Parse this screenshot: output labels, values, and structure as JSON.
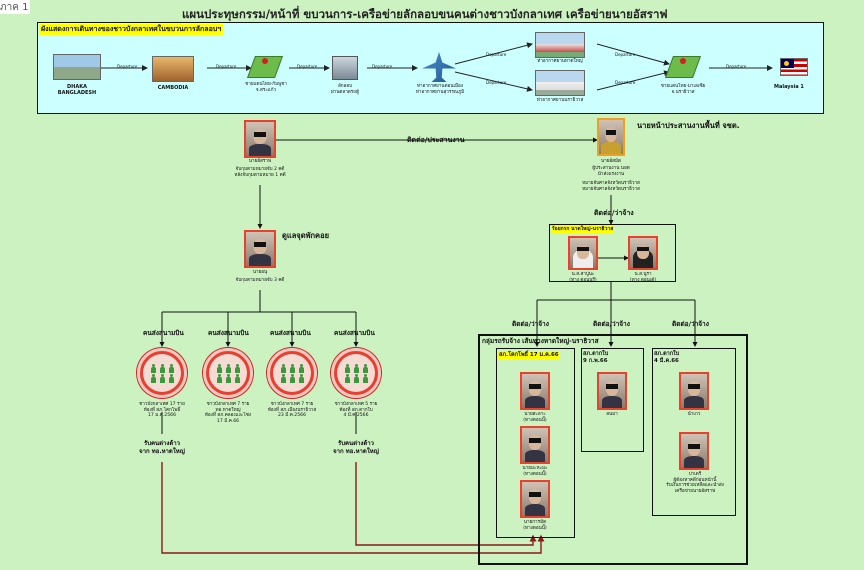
{
  "corner_tab": "ภาค 1",
  "title": "แผนประทุษกรรม/หน้าที่ ขบวนการ-เครือข่ายลักลอบขนคนต่างชาวบังกลาเทศ เครือข่ายนายอัสราฟ",
  "route": {
    "heading": "ผังแสดงการเดินทางของชาวบังกลาเทศในขบวนการลักลอบฯ",
    "stops": [
      {
        "label": "DHAKA\nBANGLADESH",
        "icon": "airport-photo"
      },
      {
        "label": "CAMBODIA",
        "icon": "temple-photo"
      },
      {
        "label": "ชายแดนไทย-กัมพูชา\nจ.สระแก้ว",
        "icon": "map-pin-icon"
      },
      {
        "label": "ลักลอบ\nผ่านตลาดรถตู้",
        "icon": "bus-icon"
      },
      {
        "label": "ท่าอากาศยานดอนเมือง\nท่าอากาศยานสุวรรณภูมิ",
        "icon": "airplane-icon"
      },
      {
        "label": "ท่าอากาศยานหาดใหญ่",
        "icon": "airport-building-photo"
      },
      {
        "label": "ท่าอากาศยานนราธิวาส",
        "icon": "airport-building-photo"
      },
      {
        "label": "ชายแดนไทย-มาเลเซีย\nจ.นราธิวาส",
        "icon": "map-pin-icon"
      },
      {
        "label": "Malaysia 1",
        "icon": "malaysia-flag"
      }
    ],
    "arrow_labels": [
      "Departure",
      "Departure",
      "Departure",
      "Departure",
      "Departure",
      "Departure",
      "Departure",
      "Departure",
      "Departure"
    ]
  },
  "leader": {
    "name": "นายอัสราฟ",
    "note": "จับกุมตามหมายจับ 2 คดี\nหลังจับกุมตามหมาย 1 คดี"
  },
  "coordinator": {
    "title": "นายหน้าประสานงานพื้นที่ จชต.",
    "name": "นายอัสมัต",
    "note": "ผู้ประสานงาน นอต\nนำส่งแรงงาน",
    "note2": "หมายจับศาลจังหวัดนราธิวาส\nหมายจับศาลจังหวัดนราธิวาส"
  },
  "link_label": "ติดต่อ/ประสานงาน",
  "caretaker": {
    "title": "ดูแลจุดพักคอย",
    "name": "นายอนุ",
    "note": "จับกุมตามหมายจับ 3 คดี"
  },
  "hire_label": "ติดต่อ/ว่าจ้าง",
  "hire_box": {
    "heading": "ร้อยกรก นาดใหญ่-นราธิวาส",
    "members": [
      {
        "name": "น.ส.สาปูนะ\n(ทาง ตอนนุรี)"
      },
      {
        "name": "น.ส.นูรา\n(ทาง ตอนเด้)"
      }
    ]
  },
  "senders": [
    {
      "label": "คนส่งสนามบิน",
      "caption": "ชาวบังกลาเทศ 17 ราย\nท้องที่ สภ.โคกโพธิ์\n17 ม.ค.2566"
    },
    {
      "label": "คนส่งสนามบิน",
      "caption": "ชาวบังกลาเทศ 7 ราย\nทอ.หาดใหญ่\nท้องที่ สภ.คลองแงะโซ่ง\n17 มี.ค.66"
    },
    {
      "label": "คนส่งสนามบิน",
      "caption": "ชาวบังกลาเทศ 7 ราย\nท้องที่ สภ.เมืองนราธิวาส\n23 มี.ค.2566"
    },
    {
      "label": "คนส่งสนามบิน",
      "caption": "ชาวบังกลาเทศ 5 ราย\nท้องที่ สภ.ตากใบ\n4 มี.ค.2566"
    }
  ],
  "pickups": [
    {
      "label": "รับคนต่างด้าว\nจาก ทอ.หาดใหญ่"
    },
    {
      "label": "รับคนต่างด้าว\nจาก ทอ.หาดใหญ่"
    }
  ],
  "contact_labels": [
    "ติดต่อ/ว่าจ้าง",
    "ติดต่อ/ว่าจ้าง",
    "ติดต่อ/ว่าจ้าง"
  ],
  "drivers": {
    "heading": "กลุ่มรถรับจ้าง เส้นทางหาดใหญ่-นราธิวาส",
    "groups": [
      {
        "tag": "สภ.โคกโพธิ์ 17 ม.ค.66",
        "people": [
          "นายสะลาะ\n(ทางตอนนี้)",
          "นายมะหะมะ\n(ทางตอนนี้)",
          "นายการมัด\n(ทางตอนนี้)"
        ]
      },
      {
        "tag": "สภ.ตากใบ\n9 ก.พ.66",
        "people": [
          "ลนมา"
        ]
      },
      {
        "tag": "สภ.ตากใบ\n4 มี.ค.66",
        "people": [
          "นำเกว",
          "ปาเดรี\nผู้ต้องหาคดีก่อนหน้านี้\nรับเงินการช่วยเหลือและนำส่ง\nเครือข่ายนายอัสราฟ"
        ]
      }
    ]
  },
  "colors": {
    "background": "#ccf2c2",
    "route_box": "#ccffff",
    "accent_red": "#e84030",
    "connector": "#8b1a1a",
    "highlight": "#ffff00"
  }
}
